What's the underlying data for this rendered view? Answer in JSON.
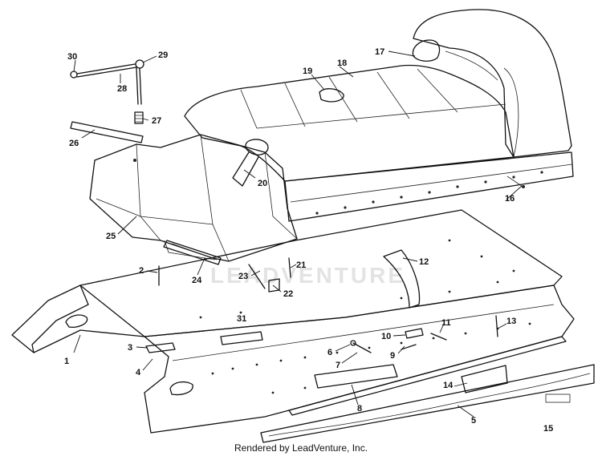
{
  "watermark_text": "LEADVENTURE",
  "footer_text": "Rendered by LeadVenture, Inc.",
  "callouts": [
    {
      "id": "1",
      "label": "1"
    },
    {
      "id": "2",
      "label": "2"
    },
    {
      "id": "3",
      "label": "3"
    },
    {
      "id": "4",
      "label": "4"
    },
    {
      "id": "5",
      "label": "5"
    },
    {
      "id": "6",
      "label": "6"
    },
    {
      "id": "7",
      "label": "7"
    },
    {
      "id": "8",
      "label": "8"
    },
    {
      "id": "9",
      "label": "9"
    },
    {
      "id": "10",
      "label": "10"
    },
    {
      "id": "11",
      "label": "11"
    },
    {
      "id": "12",
      "label": "12"
    },
    {
      "id": "13",
      "label": "13"
    },
    {
      "id": "14",
      "label": "14"
    },
    {
      "id": "15",
      "label": "15"
    },
    {
      "id": "16",
      "label": "16"
    },
    {
      "id": "17",
      "label": "17"
    },
    {
      "id": "18",
      "label": "18"
    },
    {
      "id": "19",
      "label": "19"
    },
    {
      "id": "20",
      "label": "20"
    },
    {
      "id": "21",
      "label": "21"
    },
    {
      "id": "22",
      "label": "22"
    },
    {
      "id": "23",
      "label": "23"
    },
    {
      "id": "24",
      "label": "24"
    },
    {
      "id": "25",
      "label": "25"
    },
    {
      "id": "26",
      "label": "26"
    },
    {
      "id": "27",
      "label": "27"
    },
    {
      "id": "28",
      "label": "28"
    },
    {
      "id": "29",
      "label": "29"
    },
    {
      "id": "30",
      "label": "30"
    },
    {
      "id": "31",
      "label": "31"
    }
  ]
}
